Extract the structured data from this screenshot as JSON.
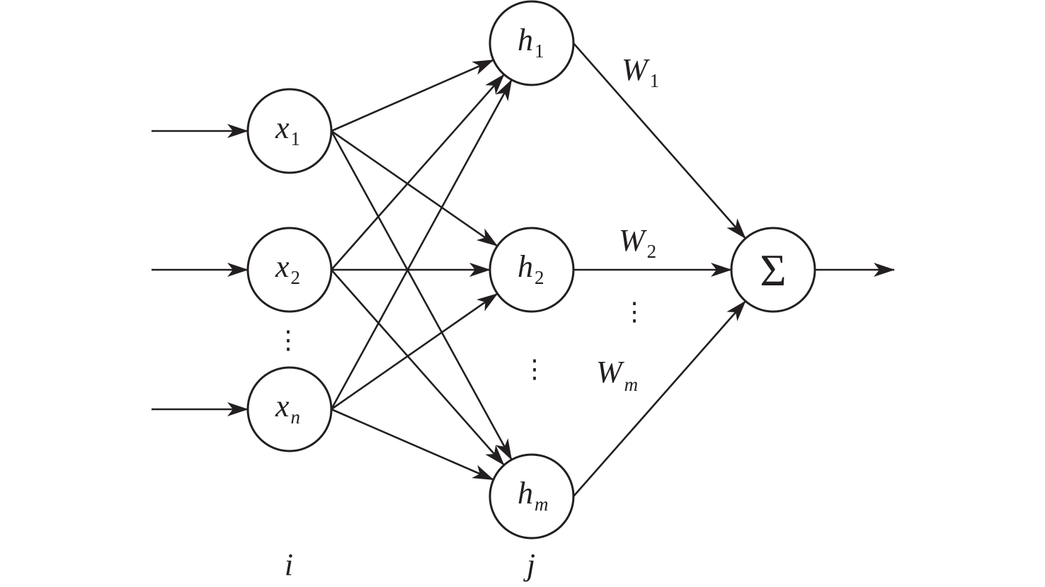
{
  "diagram": {
    "title": "Neural network with summation output",
    "colors": {
      "stroke": "#231f20",
      "background": "#ffffff"
    },
    "input_nodes": [
      {
        "id": "x1",
        "var": "x",
        "sub": "1"
      },
      {
        "id": "x2",
        "var": "x",
        "sub": "2"
      },
      {
        "id": "xn",
        "var": "x",
        "sub": "n"
      }
    ],
    "hidden_nodes": [
      {
        "id": "h1",
        "var": "h",
        "sub": "1"
      },
      {
        "id": "h2",
        "var": "h",
        "sub": "2"
      },
      {
        "id": "hm",
        "var": "h",
        "sub": "m"
      }
    ],
    "output_node": {
      "id": "sum",
      "symbol": "Σ"
    },
    "weights": [
      {
        "var": "W",
        "sub": "1"
      },
      {
        "var": "W",
        "sub": "2"
      },
      {
        "var": "W",
        "sub": "m"
      }
    ],
    "ellipsis": "⋮",
    "layer_labels": {
      "input": "i",
      "hidden": "j"
    },
    "edges": [
      [
        "in",
        "x1"
      ],
      [
        "in",
        "x2"
      ],
      [
        "in",
        "xn"
      ],
      [
        "x1",
        "h1"
      ],
      [
        "x1",
        "h2"
      ],
      [
        "x1",
        "hm"
      ],
      [
        "x2",
        "h1"
      ],
      [
        "x2",
        "h2"
      ],
      [
        "x2",
        "hm"
      ],
      [
        "xn",
        "h1"
      ],
      [
        "xn",
        "h2"
      ],
      [
        "xn",
        "hm"
      ],
      [
        "h1",
        "sum"
      ],
      [
        "h2",
        "sum"
      ],
      [
        "hm",
        "sum"
      ],
      [
        "sum",
        "out"
      ]
    ]
  }
}
